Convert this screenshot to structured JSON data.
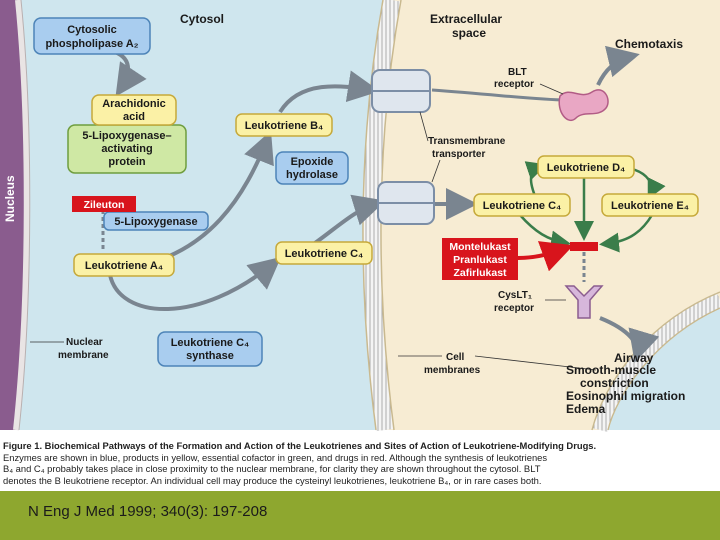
{
  "regions": {
    "cytosol": "Cytosol",
    "extracellular_line1": "Extracellular",
    "extracellular_line2": "space",
    "nucleus": "Nucleus"
  },
  "nodes": {
    "cpla2_line1": "Cytosolic",
    "cpla2_line2": "phospholipase A₂",
    "arachidonic_line1": "Arachidonic",
    "arachidonic_line2": "acid",
    "flap_line1": "5-Lipoxygenase–",
    "flap_line2": "activating",
    "flap_line3": "protein",
    "zileuton": "Zileuton",
    "lipoxygenase": "5-Lipoxygenase",
    "lta4": "Leukotriene A₄",
    "ltb4": "Leukotriene B₄",
    "epoxide_line1": "Epoxide",
    "epoxide_line2": "hydrolase",
    "ltc4_in": "Leukotriene C₄",
    "ltc4_synthase_line1": "Leukotriene C₄",
    "ltc4_synthase_line2": "synthase",
    "ltd4": "Leukotriene D₄",
    "ltc4_out": "Leukotriene C₄",
    "lte4": "Leukotriene E₄",
    "drug1": "Montelukast",
    "drug2": "Pranlukast",
    "drug3": "Zafirlukast",
    "chemotaxis": "Chemotaxis",
    "blt_line1": "BLT",
    "blt_line2": "receptor",
    "transporter_line1": "Transmembrane",
    "transporter_line2": "transporter",
    "cyslt_line1": "CysLT₁",
    "cyslt_line2": "receptor",
    "nuclear_line1": "Nuclear",
    "nuclear_line2": "membrane",
    "cell_line1": "Cell",
    "cell_line2": "membranes",
    "airway": "Airway",
    "effect1": "Smooth-muscle",
    "effect2": "constriction",
    "effect3": "Eosinophil migration",
    "effect4": "Edema"
  },
  "caption": {
    "lead": "Figure 1. Biochemical Pathways of the Formation and Action of the Leukotrienes and Sites of Action of Leukotriene-Modifying Drugs.",
    "line2": "Enzymes are shown in blue, products in yellow, essential cofactor in green, and drugs in red. Although the synthesis of leukotrienes",
    "line3": "B₄ and C₄ probably takes place in close proximity to the nuclear membrane, for clarity they are shown throughout the cytosol. BLT",
    "line4": "denotes the B leukotriene receptor. An individual cell may produce the cysteinyl leukotrienes, leukotriene B₄, or in rare cases both."
  },
  "citation": "N Eng J Med 1999; 340(3): 197-208",
  "colors": {
    "enzyme": "#a9cdef",
    "product": "#fbf1a6",
    "cofactor": "#cfe8a4",
    "drug": "#d8141c",
    "cytosol": "#cfe6ee",
    "extracellular": "#f7ecd3",
    "nucleus": "#8a5c8e",
    "band": "#8ea72f"
  }
}
